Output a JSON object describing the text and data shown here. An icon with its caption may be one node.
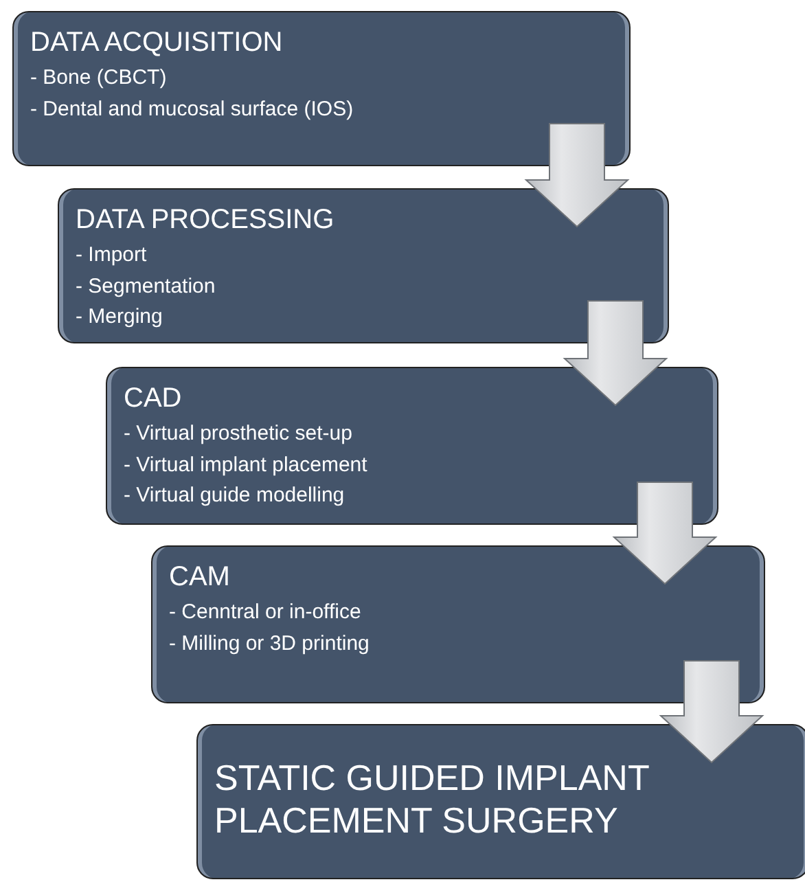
{
  "diagram": {
    "nodes": [
      {
        "text": [
          "DATA ACQUISITION",
          "- Bone (CBCT)",
          "- Dental and mucosal surface (IOS)"
        ]
      },
      {
        "text": [
          "DATA PROCESSING",
          "- Import",
          "- Segmentation",
          "- Merging"
        ]
      },
      {
        "text": [
          "CAD",
          "- Virtual prosthetic set-up",
          "- Virtual implant placement",
          "- Virtual guide modelling"
        ]
      },
      {
        "text": [
          "CAM",
          "- Cenntral or in-office",
          "- Milling or 3D printing"
        ]
      },
      {
        "text": [
          "STATIC GUIDED IMPLANT PLACEMENT SURGERY"
        ]
      }
    ],
    "edges": [
      {
        "from": 0,
        "to": 1,
        "arrow": "to"
      },
      {
        "from": 1,
        "to": 2,
        "arrow": "to"
      },
      {
        "from": 2,
        "to": 3,
        "arrow": "to"
      },
      {
        "from": 3,
        "to": 4,
        "arrow": "to"
      }
    ]
  }
}
